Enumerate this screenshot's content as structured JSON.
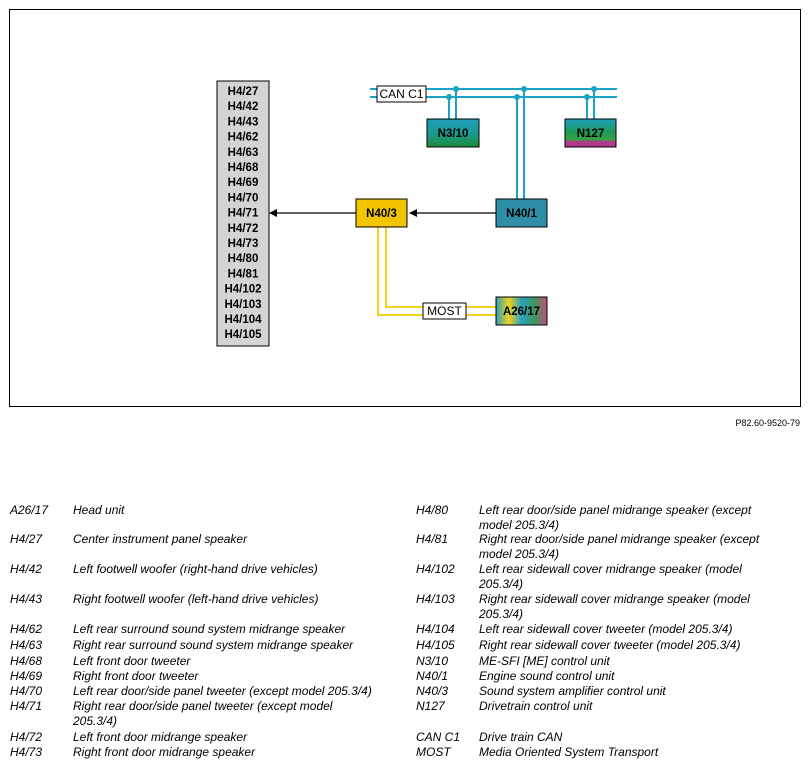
{
  "diagram": {
    "speaker_codes": [
      "H4/27",
      "H4/42",
      "H4/43",
      "H4/62",
      "H4/63",
      "H4/68",
      "H4/69",
      "H4/70",
      "H4/71",
      "H4/72",
      "H4/73",
      "H4/80",
      "H4/81",
      "H4/102",
      "H4/103",
      "H4/104",
      "H4/105"
    ],
    "can_label": "CAN C1",
    "most_label": "MOST",
    "modules": {
      "n3_10": "N3/10",
      "n127": "N127",
      "n40_3": "N40/3",
      "n40_1": "N40/1",
      "a26_17": "A26/17"
    },
    "colors": {
      "can_line": "#1aa3c4",
      "most_line": "#f2d21a",
      "amplifier": "#f2c500",
      "engine_sound": "#2e8fa8",
      "speaker_box": "#d4d4d4"
    }
  },
  "reference": "P82.60-9520-79",
  "legend": {
    "left": [
      {
        "code": "A26/17",
        "desc": "Head unit"
      },
      {
        "code": "H4/27",
        "desc": "Center instrument panel speaker"
      },
      {
        "code": "H4/42",
        "desc": "Left footwell woofer (right-hand drive vehicles)"
      },
      {
        "code": "H4/43",
        "desc": "Right footwell woofer (left-hand drive vehicles)"
      },
      {
        "code": "H4/62",
        "desc": "Left rear surround sound system midrange speaker"
      },
      {
        "code": "H4/63",
        "desc": "Right rear surround sound system midrange speaker"
      },
      {
        "code": "H4/68",
        "desc": "Left front door tweeter"
      },
      {
        "code": "H4/69",
        "desc": "Right front door tweeter"
      },
      {
        "code": "H4/70",
        "desc": "Left rear door/side panel tweeter (except model 205.3/4)"
      },
      {
        "code": "H4/71",
        "desc": "Right rear door/side panel tweeter (except model 205.3/4)"
      },
      {
        "code": "H4/72",
        "desc": "Left front door midrange speaker"
      },
      {
        "code": "H4/73",
        "desc": "Right front door midrange speaker"
      }
    ],
    "right": [
      {
        "code": "H4/80",
        "desc": "Left rear door/side panel midrange speaker (except model 205.3/4)"
      },
      {
        "code": "H4/81",
        "desc": "Right rear door/side panel midrange speaker (except model 205.3/4)"
      },
      {
        "code": "H4/102",
        "desc": "Left rear sidewall cover midrange speaker (model 205.3/4)"
      },
      {
        "code": "H4/103",
        "desc": "Right rear sidewall cover midrange speaker (model 205.3/4)"
      },
      {
        "code": "H4/104",
        "desc": "Left rear sidewall cover tweeter (model 205.3/4)"
      },
      {
        "code": "H4/105",
        "desc": "Right rear sidewall cover tweeter (model 205.3/4)"
      },
      {
        "code": "N3/10",
        "desc": "ME-SFI [ME] control unit"
      },
      {
        "code": "N40/1",
        "desc": "Engine sound control unit"
      },
      {
        "code": "N40/3",
        "desc": "Sound system amplifier control unit"
      },
      {
        "code": "N127",
        "desc": "Drivetrain control unit"
      },
      {
        "code": "CAN C1",
        "desc": "Drive train CAN"
      },
      {
        "code": "MOST",
        "desc": "Media Oriented System Transport"
      }
    ]
  }
}
